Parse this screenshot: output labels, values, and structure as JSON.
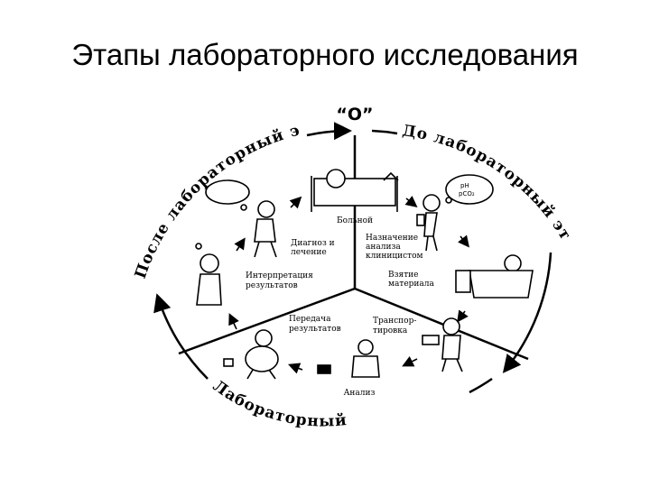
{
  "title": "Этапы лабораторного исследования",
  "center_marker": "“O”",
  "arc_labels": {
    "preanalytic": "До лабораторный этап",
    "postanalytic": "После лабораторный этап",
    "analytic": "Лабораторный период"
  },
  "stages": {
    "patient": "Больной",
    "assignment": [
      "Назначение",
      "анализа",
      "клиницистом"
    ],
    "sampling": [
      "Взятие",
      "материала"
    ],
    "transport": [
      "Транспор-",
      "тировка"
    ],
    "analysis": "Анализ",
    "transfer": [
      "Передача",
      "результатов"
    ],
    "interpretation": [
      "Интерпретация",
      "результатов"
    ],
    "diagnosis": [
      "Диагноз и",
      "лечение"
    ]
  },
  "bubble_text": [
    "pH",
    "pCO₂"
  ]
}
